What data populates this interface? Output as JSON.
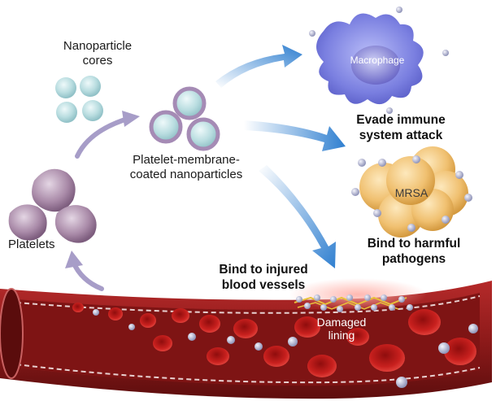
{
  "labels": {
    "nanoparticle_cores": [
      "Nanoparticle",
      "cores"
    ],
    "coated_nanoparticles": [
      "Platelet-membrane-",
      "coated nanoparticles"
    ],
    "platelets": "Platelets",
    "macrophage": "Macrophage",
    "evade": [
      "Evade immune",
      "system attack"
    ],
    "mrsa": "MRSA",
    "bind_pathogens": [
      "Bind to harmful",
      "pathogens"
    ],
    "bind_vessels": [
      "Bind to injured",
      "blood vessels"
    ],
    "damaged_lining": [
      "Damaged",
      "lining"
    ]
  },
  "colors": {
    "vessel": "#8e1a1a",
    "blood_cell": "#c8201e",
    "platelet": "#a98aa8",
    "core": "#b9dde0",
    "membrane": "#a58bb5",
    "macrophage": "#7a7fe0",
    "mrsa": "#f0c070",
    "arrow_blue": "#2f7fd0",
    "arrow_purple": "#a79dc8"
  }
}
